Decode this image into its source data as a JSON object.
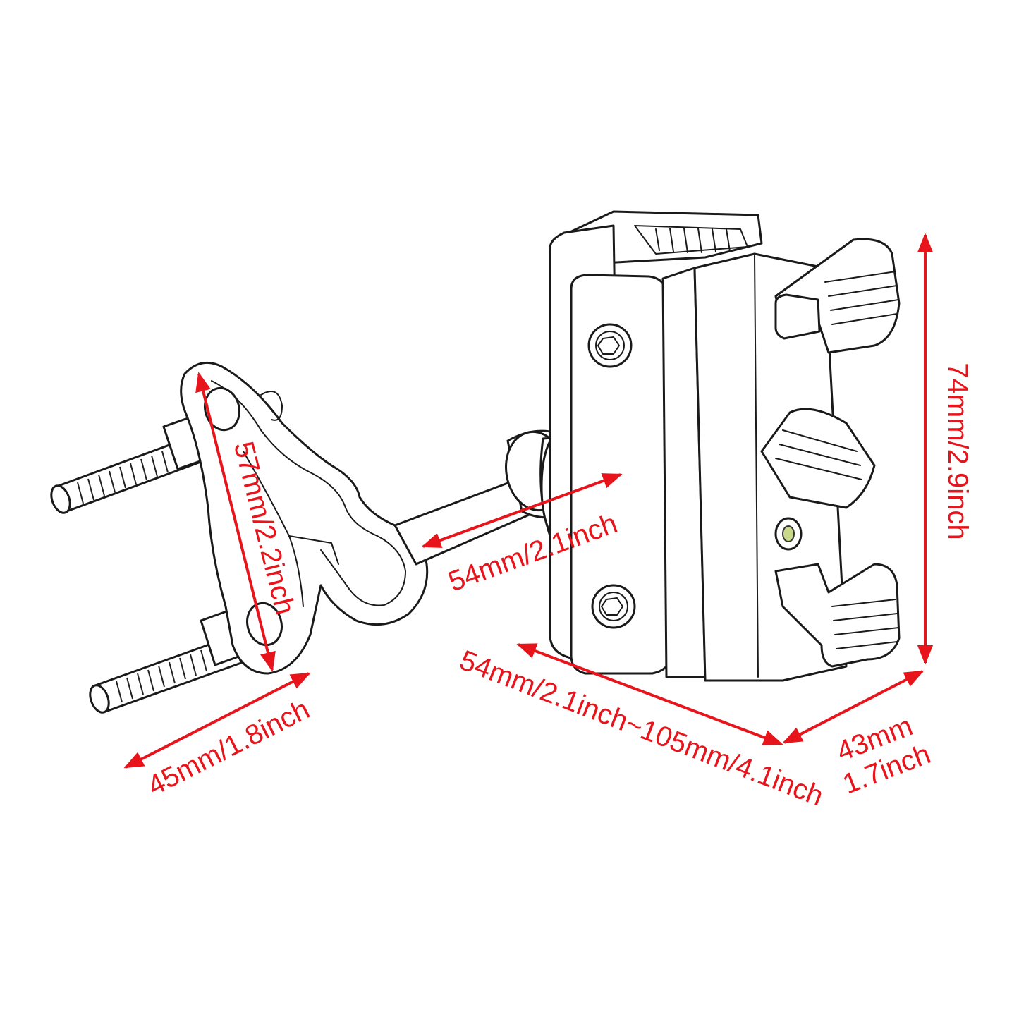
{
  "diagram": {
    "dimensions": {
      "bracket_height": "57mm/2.2inch",
      "bolt_spacing": "45mm/1.8inch",
      "arm_length": "54mm/2.1inch",
      "clamp_range": "54mm/2.1inch~105mm/4.1inch",
      "clamp_depth_mm": "43mm",
      "clamp_depth_inch": "1.7inch",
      "clamp_height": "74mm/2.9inch"
    },
    "colors": {
      "dimension": "#e8141b",
      "outline": "#1a1a1a",
      "background": "#ffffff"
    }
  }
}
